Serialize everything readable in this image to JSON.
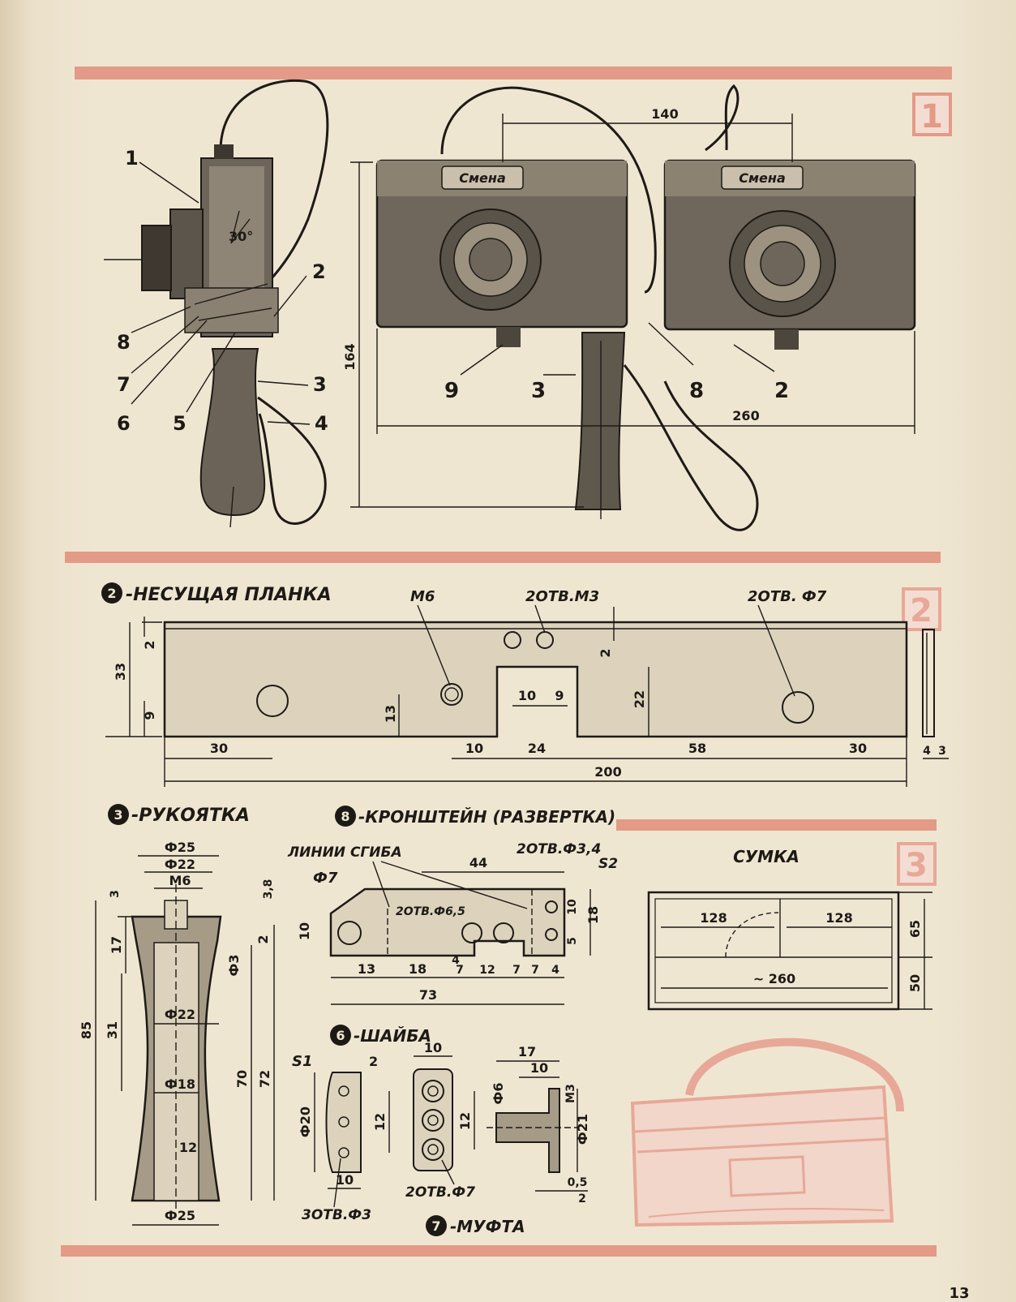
{
  "figure1": {
    "panel_number": "1",
    "callouts_side": [
      "1",
      "2",
      "3",
      "4",
      "5",
      "6",
      "7",
      "8"
    ],
    "callouts_front": [
      "9",
      "3",
      "8",
      "2"
    ],
    "angle": "30°",
    "dims": {
      "width_top": "140",
      "height": "164",
      "width_total": "260"
    },
    "brand_text": "Смена"
  },
  "figure2": {
    "panel_number": "2",
    "title_number": "2",
    "title": "-НЕСУЩАЯ ПЛАНКА",
    "hole_labels": {
      "m6": "М6",
      "m3": "2ОТВ.М3",
      "phi7": "2ОТВ. Ф7"
    },
    "dims": {
      "d33": "33",
      "d2": "2",
      "d9": "9",
      "d13": "13",
      "d22": "22",
      "d10a": "10",
      "d9b": "9",
      "d2b": "2",
      "d30a": "30",
      "d10": "10",
      "d24": "24",
      "d58": "58",
      "d30b": "30",
      "d200": "200",
      "d4": "4",
      "d3": "3"
    }
  },
  "handle": {
    "title_number": "3",
    "title": "-РУКОЯТКА",
    "dims": {
      "phi25_top": "Ф25",
      "phi22_top": "Ф22",
      "m6": "М6",
      "d3": "3",
      "d38": "3,8",
      "d17": "17",
      "d2": "2",
      "phi3": "Ф3",
      "d85": "85",
      "d31": "31",
      "phi22": "Ф22",
      "phi18": "Ф18",
      "d70": "70",
      "d72": "72",
      "d12": "12",
      "phi25_bottom": "Ф25"
    }
  },
  "bracket": {
    "title_number": "8",
    "title": "-КРОНШТЕЙН (РАЗВЕРТКА)",
    "fold_lines": "ЛИНИИ СГИБА",
    "dims": {
      "phi7": "Ф7",
      "holes65": "2ОТВ.Ф6,5",
      "holes34": "2ОТВ.Ф3,4",
      "s2": "S2",
      "d44": "44",
      "d10": "10",
      "d10b": "10",
      "d5": "5",
      "d18": "18",
      "d13": "13",
      "d18b": "18",
      "d4": "4",
      "d7a": "7",
      "d12": "12",
      "d7b": "7",
      "d7c": "7",
      "d4b": "4",
      "d73": "73"
    }
  },
  "washer": {
    "title_number": "6",
    "title": "-ШАЙБА",
    "dims": {
      "s1": "S1",
      "d2": "2",
      "phi20": "Ф20",
      "d12": "12",
      "d10": "10",
      "holes3": "3ОТВ.Ф3"
    }
  },
  "part5": {
    "dims": {
      "d10": "10",
      "d12": "12",
      "holes7": "2ОТВ.Ф7"
    }
  },
  "coupling": {
    "title_number": "7",
    "title": "-МУФТА",
    "dims": {
      "d17": "17",
      "d10": "10",
      "phi6": "Ф6",
      "m3": "М3",
      "phi21": "Ф21",
      "d05": "0,5",
      "d2": "2"
    }
  },
  "bag": {
    "panel_number": "3",
    "title": "СУМКА",
    "dims": {
      "d128a": "128",
      "d128b": "128",
      "d65": "65",
      "d260": "~ 260",
      "d50": "50"
    }
  },
  "page_number": "13"
}
